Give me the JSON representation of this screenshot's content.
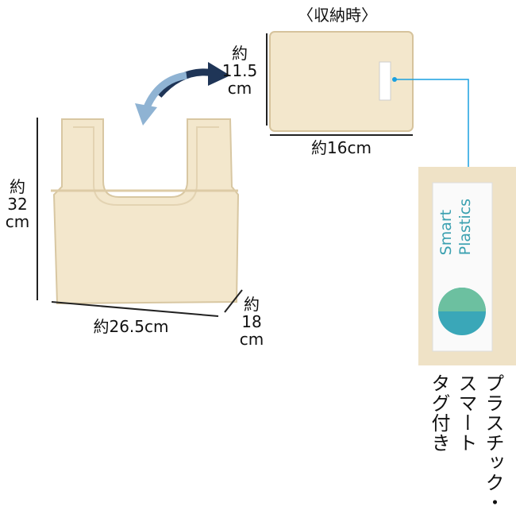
{
  "folded": {
    "title": "〈収納時〉",
    "height_label": [
      "約",
      "11.5",
      "cm"
    ],
    "width_label": "約16cm"
  },
  "bag": {
    "height_label": [
      "約",
      "32",
      "cm"
    ],
    "width_label": "約26.5cm",
    "depth_label": [
      "約",
      "18",
      "cm"
    ]
  },
  "tag": {
    "brand_line1": "Plastics",
    "brand_line2": "Smart"
  },
  "caption": {
    "col1": "プラスチック・",
    "col2": "スマート",
    "col3": "タグ付き"
  },
  "colors": {
    "canvas": "#f3e7cc",
    "arrow_dark": "#1f3557",
    "arrow_light": "#8fb3d3",
    "leader": "#1aa0e0"
  }
}
